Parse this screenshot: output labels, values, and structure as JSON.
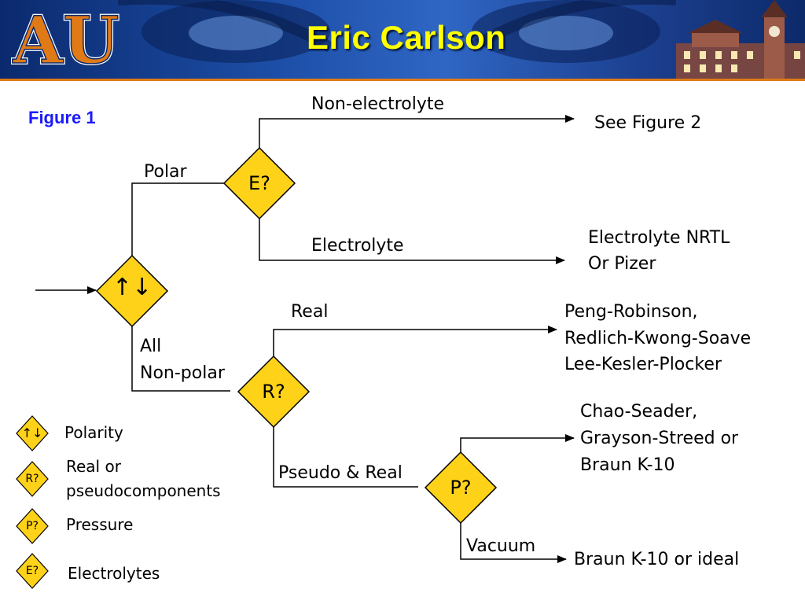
{
  "header": {
    "title": "Eric Carlson",
    "logo_text": "AU"
  },
  "figure_label": "Figure 1",
  "decisions": {
    "polarity_symbol": "↑↓",
    "electrolyte": "E?",
    "real": "R?",
    "pressure": "P?"
  },
  "branches": {
    "polar": "Polar",
    "all_nonpolar": [
      "All",
      "Non-polar"
    ],
    "non_electrolyte": "Non-electrolyte",
    "electrolyte": "Electrolyte",
    "real": "Real",
    "pseudo_real": "Pseudo & Real",
    "vacuum": "Vacuum"
  },
  "outcomes": {
    "see_figure": "See Figure 2",
    "electrolyte_models": [
      "Electrolyte NRTL",
      "Or Pizer"
    ],
    "real_models": [
      "Peng-Robinson,",
      "Redlich-Kwong-Soave",
      "Lee-Kesler-Plocker"
    ],
    "pseudo_models": [
      "Chao-Seader,",
      "Grayson-Streed or",
      "Braun K-10"
    ],
    "vacuum_models": "Braun K-10 or ideal"
  },
  "legend": [
    {
      "symbol": "↑↓",
      "text": [
        "Polarity"
      ]
    },
    {
      "symbol": "R?",
      "text": [
        "Real or",
        "pseudocomponents"
      ]
    },
    {
      "symbol": "P?",
      "text": [
        "Pressure"
      ]
    },
    {
      "symbol": "E?",
      "text": [
        "Electrolytes"
      ]
    }
  ],
  "colors": {
    "diamond_fill": "#ffd21a",
    "title": "#ffff00",
    "figure_label": "#1a1aff",
    "banner": "#1d4fa8",
    "accent": "#e07a17"
  }
}
